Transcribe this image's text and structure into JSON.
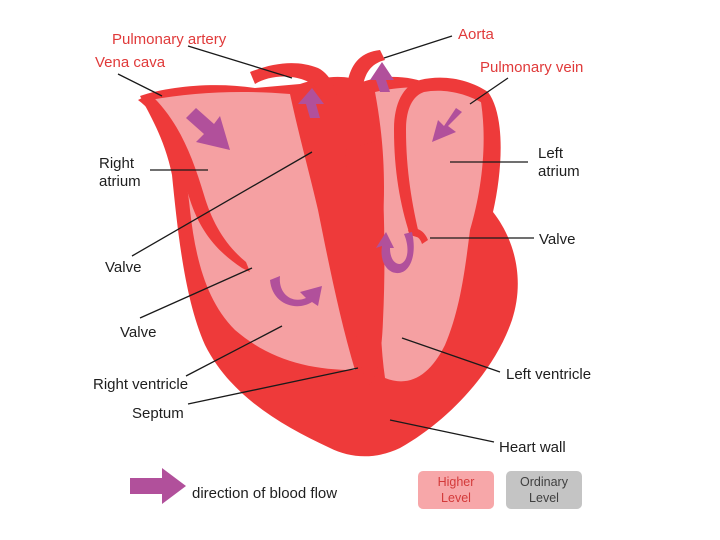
{
  "labels": {
    "pulmonary_artery": "Pulmonary artery",
    "vena_cava": "Vena cava",
    "aorta": "Aorta",
    "pulmonary_vein": "Pulmonary vein",
    "right_atrium_line1": "Right",
    "right_atrium_line2": "atrium",
    "left_atrium_line1": "Left",
    "left_atrium_line2": "atrium",
    "valve_right_upper": "Valve",
    "valve_left": "Valve",
    "valve_right_lower": "Valve",
    "right_ventricle": "Right ventricle",
    "left_ventricle": "Left ventricle",
    "septum": "Septum",
    "heart_wall": "Heart wall"
  },
  "legend": {
    "arrow_caption": "direction of blood flow",
    "higher_line1": "Higher",
    "higher_line2": "Level",
    "ordinary_line1": "Ordinary",
    "ordinary_line2": "Level"
  },
  "colors": {
    "muscle": "#ee3a3a",
    "chamber": "#f5a0a2",
    "arrow": "#b1509b",
    "higher_box": "#f7a7a9",
    "higher_text": "#d33a3a",
    "ordinary_box": "#c4c4c4",
    "ordinary_text": "#404040",
    "red_label": "#e03a3a"
  }
}
